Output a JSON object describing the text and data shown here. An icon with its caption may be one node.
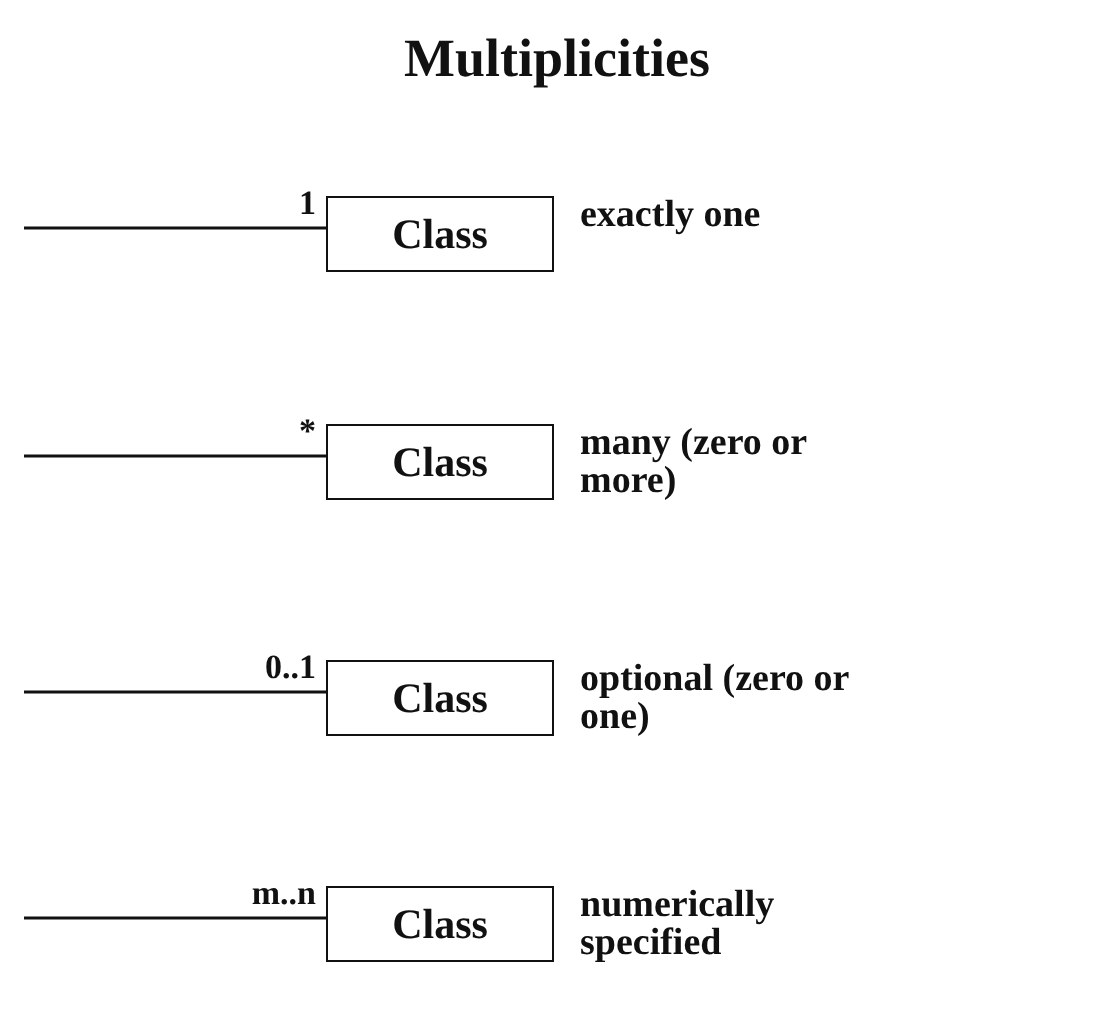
{
  "diagram": {
    "title": "Multiplicities",
    "nodes": [
      {
        "text": [
          "Class"
        ],
        "beside": [
          "exactly one"
        ]
      },
      {
        "text": [
          "Class"
        ],
        "beside": [
          "many (zero or more)"
        ]
      },
      {
        "text": [
          "Class"
        ],
        "beside": [
          "optional (zero or one)"
        ]
      },
      {
        "text": [
          "Class"
        ],
        "beside": [
          "numerically specified"
        ]
      }
    ],
    "edges": [
      {
        "from": null,
        "to": 0,
        "arrow": "none",
        "label": "1"
      },
      {
        "from": null,
        "to": 1,
        "arrow": "none",
        "label": "*"
      },
      {
        "from": null,
        "to": 2,
        "arrow": "none",
        "label": "0..1"
      },
      {
        "from": null,
        "to": 3,
        "arrow": "none",
        "label": "m..n"
      }
    ]
  }
}
